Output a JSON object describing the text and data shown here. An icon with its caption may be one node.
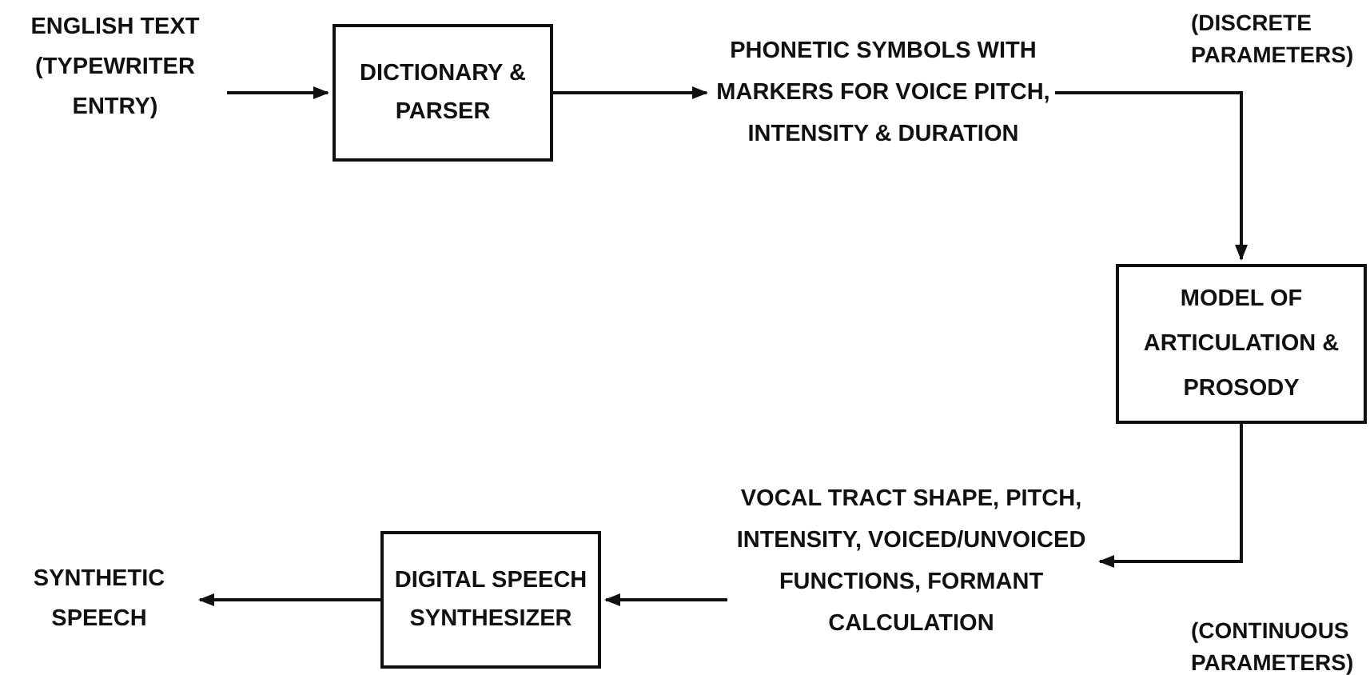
{
  "diagram": {
    "nodes": [
      {
        "text": [
          "ENGLISH TEXT (TYPEWRITER ENTRY)"
        ]
      },
      {
        "text": [
          "DICTIONARY & PARSER"
        ]
      },
      {
        "text": [
          "PHONETIC SYMBOLS WITH MARKERS FOR VOICE PITCH, INTENSITY & DURATION"
        ]
      },
      {
        "text": [
          "MODEL OF ARTICULATION & PROSODY"
        ]
      },
      {
        "text": [
          "VOCAL TRACT SHAPE, PITCH, INTENSITY, VOICED/UNVOICED FUNCTIONS, FORMANT CALCULATION"
        ]
      },
      {
        "text": [
          "DIGITAL SPEECH SYNTHESIZER"
        ]
      },
      {
        "text": [
          "SYNTHETIC SPEECH"
        ]
      }
    ],
    "edges": [
      {
        "from": 0,
        "to": 1,
        "arrow": "to"
      },
      {
        "from": 1,
        "to": 2,
        "arrow": "to"
      },
      {
        "from": 2,
        "to": 3,
        "arrow": "to",
        "label": "(DISCRETE PARAMETERS)"
      },
      {
        "from": 3,
        "to": 4,
        "arrow": "to",
        "label": "(CONTINUOUS PARAMETERS)"
      },
      {
        "from": 4,
        "to": 5,
        "arrow": "to"
      },
      {
        "from": 5,
        "to": 6,
        "arrow": "to"
      }
    ]
  }
}
